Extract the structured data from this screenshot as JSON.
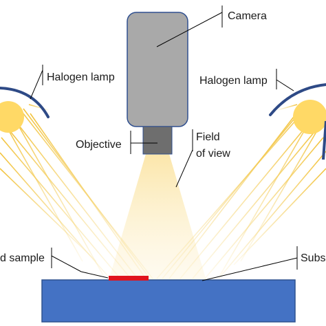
{
  "labels": {
    "camera": "Camera",
    "objective": "Objective",
    "field_of_view_line1": "Field",
    "field_of_view_line2": "of view",
    "halogen_lamp_left": "Halogen lamp",
    "halogen_lamp_right": "Halogen lamp",
    "sample_partial": "d sample",
    "substrate_partial": "Subs"
  },
  "colors": {
    "camera_fill": "#a9a9a9",
    "camera_stroke": "#2f4f8f",
    "objective_fill": "#6e6e6e",
    "lamp_bulb": "#ffd966",
    "lamp_reflector": "#2e4a86",
    "light_beam": "#fce6a4",
    "ray": "#f4c542",
    "substrate": "#4472c4",
    "sample": "#e0141e",
    "leader_line": "#000000"
  }
}
